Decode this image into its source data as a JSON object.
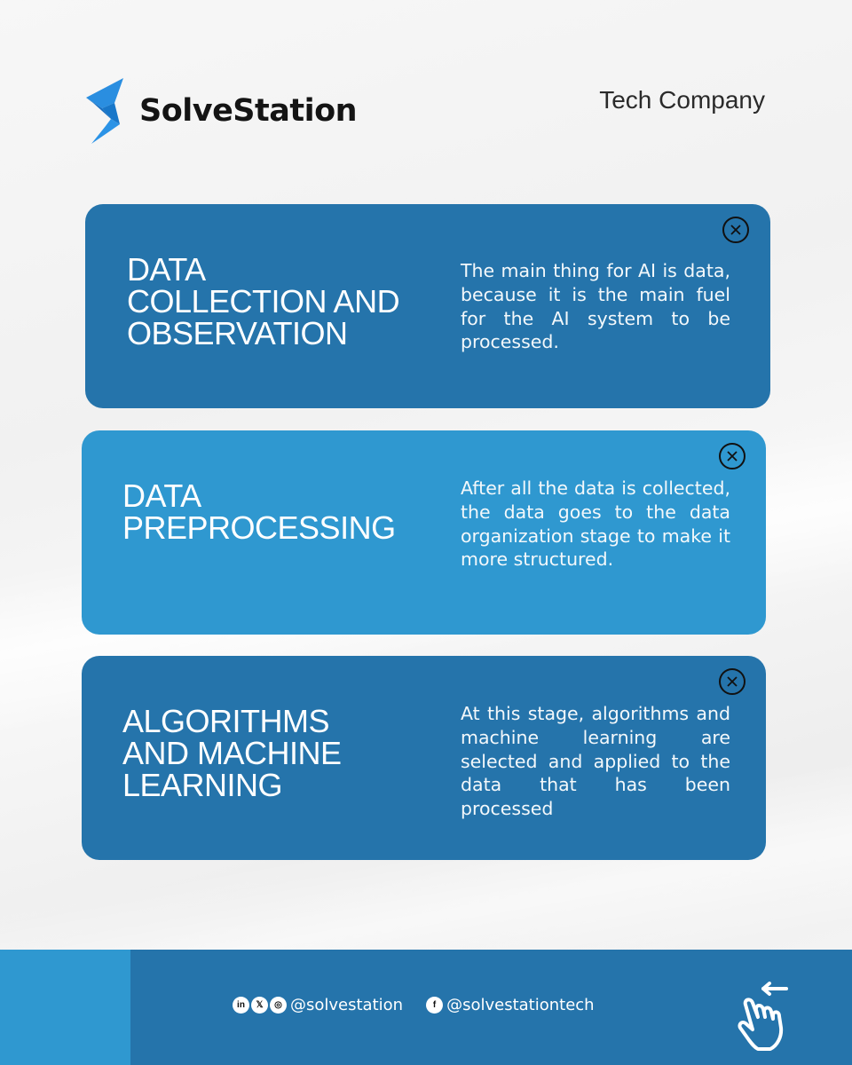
{
  "header": {
    "brand_name": "SolveStation",
    "tagline": "Tech Company"
  },
  "colors": {
    "dark_blue": "#2574ab",
    "light_blue": "#2f98d0",
    "logo_blue": "#1e88d8",
    "text_dark": "#141414"
  },
  "cards": [
    {
      "title": "DATA\nCOLLECTION AND\nOBSERVATION",
      "description": "The main thing for AI is data, because it is the main fuel for the AI system to be processed.",
      "icon": "close-circle-icon",
      "style": "dark"
    },
    {
      "title": "DATA\nPREPROCESSING",
      "description": "After all the data is collected, the data goes to the data organization stage to make it more structured.",
      "icon": "close-circle-icon",
      "style": "light"
    },
    {
      "title": "ALGORITHMS\nAND MACHINE\nLEARNING",
      "description": "At this stage, algorithms and machine learning are selected and applied to the data that has been processed",
      "icon": "close-circle-icon",
      "style": "dark"
    }
  ],
  "footer": {
    "social_group_1": {
      "icons": [
        "linkedin-icon",
        "x-icon",
        "instagram-icon"
      ],
      "icon_labels": [
        "in",
        "𝕏",
        "◎"
      ],
      "handle": "@solvestation"
    },
    "social_group_2": {
      "icons": [
        "facebook-icon"
      ],
      "icon_labels": [
        "f"
      ],
      "handle": "@solvestationtech"
    },
    "swipe_icon": "swipe-left-hand-icon"
  }
}
